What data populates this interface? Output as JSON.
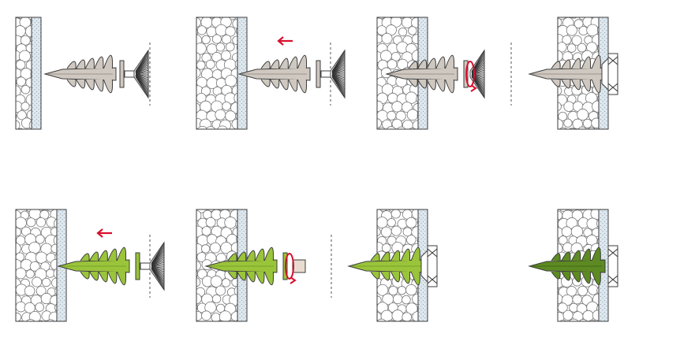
{
  "figure": {
    "panel_count": 8,
    "rows": 2,
    "columns": 4
  },
  "colors": {
    "outline": "#3c3c3c",
    "foam_fill": "#ffffff",
    "board_fill": "#dde7ee",
    "dowel_grey": "#cfc8c0",
    "dowel_green": "#9ac43a",
    "dowel_green_dark": "#5d8a22",
    "arrow_red": "#d8102f"
  },
  "panels": [
    {
      "id": "p1",
      "row": 0,
      "col": 0,
      "dowel": "grey",
      "stage": "approach",
      "tool": "bit",
      "arrow": "none",
      "cap": "none"
    },
    {
      "id": "p2",
      "row": 0,
      "col": 1,
      "dowel": "grey",
      "stage": "enter",
      "tool": "bit",
      "arrow": "push",
      "cap": "none"
    },
    {
      "id": "p3",
      "row": 0,
      "col": 2,
      "dowel": "grey",
      "stage": "screw-in",
      "tool": "bit",
      "arrow": "rotate",
      "cap": "none"
    },
    {
      "id": "p4",
      "row": 0,
      "col": 3,
      "dowel": "grey",
      "stage": "installed",
      "tool": "none",
      "arrow": "none",
      "cap": "cap"
    },
    {
      "id": "p5",
      "row": 1,
      "col": 0,
      "dowel": "green",
      "stage": "enter",
      "tool": "bit",
      "arrow": "push",
      "cap": "none"
    },
    {
      "id": "p6",
      "row": 1,
      "col": 1,
      "dowel": "green",
      "stage": "screw-in",
      "tool": "sleeve",
      "arrow": "rotate",
      "cap": "none"
    },
    {
      "id": "p7",
      "row": 1,
      "col": 2,
      "dowel": "green",
      "stage": "installed",
      "tool": "none",
      "arrow": "none",
      "cap": "cap"
    },
    {
      "id": "p8",
      "row": 1,
      "col": 3,
      "dowel": "dark",
      "stage": "installed",
      "tool": "none",
      "arrow": "none",
      "cap": "cap-flush"
    }
  ]
}
